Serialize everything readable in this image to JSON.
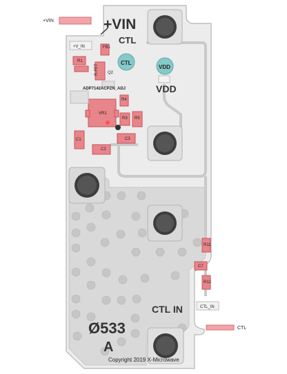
{
  "board": {
    "vin_header": "+VIN",
    "vin_big": "+VIN",
    "ctl_big": "CTL",
    "ctl_pad_label": "CTL",
    "vdd_pad_label": "VDD",
    "vdd_big": "VDD",
    "vin_small_pad": "+V_IN",
    "ctl_in_big": "CTL IN",
    "ctl_in_small_pad": "CTL_IN",
    "ctl_footer": "CTL",
    "part_number": "ADP7142ACPZN_ADJ",
    "board_id": "Ø533",
    "revision": "A",
    "copyright": "Copyright 2019 X-Microwave"
  },
  "components": {
    "r1": "R1",
    "fb1": "FB1",
    "q2": "Q2",
    "rfet": "R-FET",
    "r4": "R4",
    "vr1": "VR1",
    "r3": "R3",
    "r5": "R5",
    "c1": "C1",
    "c2": "C2",
    "c3": "C3",
    "r11": "R11",
    "c7": "C7",
    "r12": "R12"
  },
  "colors": {
    "board": "#e9e9e9",
    "outline": "#bdbdbd",
    "ground_pour": "#d6d6d6",
    "via": "#c4c4c4",
    "pad_red": "#e8858b",
    "pad_red_stroke": "#c9525a",
    "test_point": "#86c9c9",
    "switch_dark": "#404040"
  }
}
